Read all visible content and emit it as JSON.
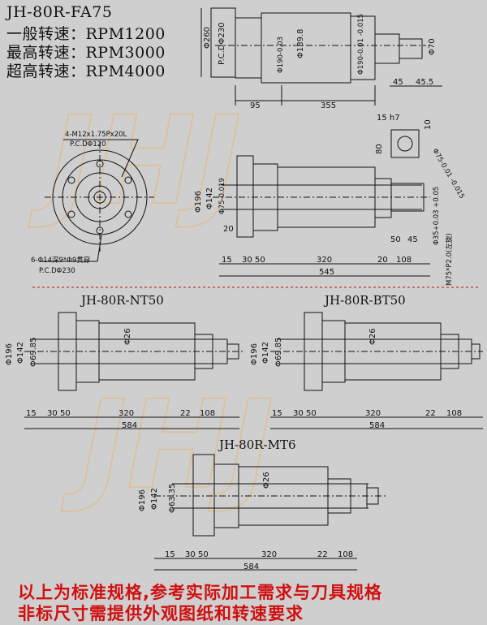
{
  "header": {
    "model": "JH-80R-FA75",
    "general_speed": "一般转速：RPM1200",
    "max_speed": "最高转速：RPM3000",
    "super_speed": "超高转速：RPM4000"
  },
  "watermark": "JHJ",
  "fa75_top": {
    "dims": [
      "Φ260",
      "P.C.DΦ230",
      "Φ190-0.03",
      "Φ189.8",
      "Φ190-0.01 -0.015",
      "Φ70",
      "95",
      "355",
      "45",
      "45.5"
    ]
  },
  "fa75_flange": {
    "callout_top": "4-M12x1.75Px20L",
    "callout_top_pcd": "P.C.DΦ120",
    "callout_bottom": "6-Φ14深9*Φ9贯穿",
    "callout_bottom_pcd": "P.C.DΦ230"
  },
  "fa75_side": {
    "dims": [
      "Φ196",
      "Φ142",
      "Φ75-0.019",
      "20",
      "50",
      "45",
      "15",
      "30",
      "50",
      "320",
      "20",
      "108",
      "545"
    ],
    "shaft": [
      "15 h7",
      "10",
      "80",
      "Φ75-0.01 -0.015",
      "Φ35+0.03 +0.05",
      "M75*P2.0(左旋)"
    ]
  },
  "nt50": {
    "title": "JH-80R-NT50",
    "dims": [
      "Φ196",
      "Φ142",
      "Φ69.85",
      "Φ26",
      "15",
      "30",
      "50",
      "320",
      "22",
      "108",
      "584"
    ]
  },
  "bt50": {
    "title": "JH-80R-BT50",
    "dims": [
      "Φ196",
      "Φ142",
      "Φ69.85",
      "Φ26",
      "15",
      "30",
      "50",
      "320",
      "22",
      "108",
      "584"
    ]
  },
  "mt6": {
    "title": "JH-80R-MT6",
    "dims": [
      "Φ196",
      "Φ142",
      "Φ63.35",
      "Φ26",
      "15",
      "30",
      "50",
      "320",
      "22",
      "108",
      "584"
    ]
  },
  "footer": {
    "line1": "以上为标准规格,参考实际加工需求与刀具规格",
    "line2": "非标尺寸需提供外观图纸和转速要求"
  },
  "colors": {
    "background": "#cfcfcf",
    "line": "#111111",
    "note": "#d01010",
    "watermark": "#e7b77a"
  }
}
